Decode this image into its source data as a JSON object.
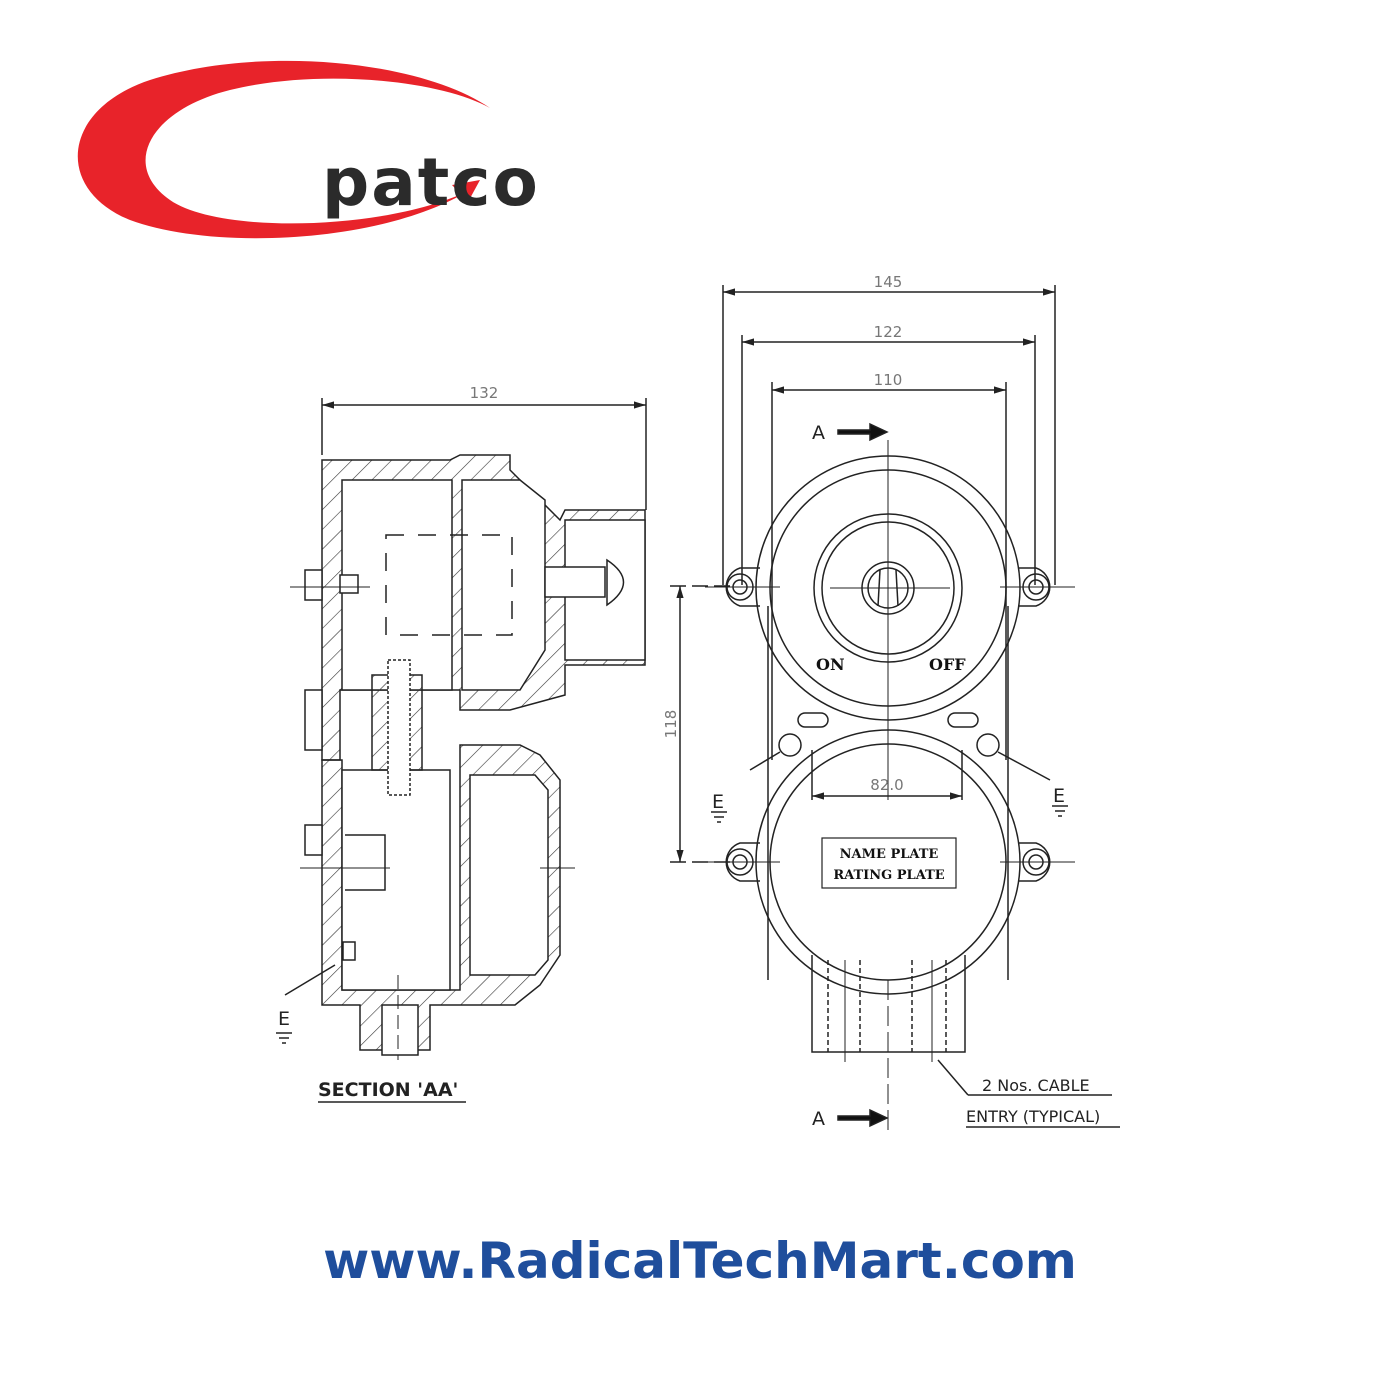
{
  "logo": {
    "brand": "patco",
    "colors": {
      "swoosh": "#e8232a",
      "text": "#2b2b2b"
    }
  },
  "drawing": {
    "section_view": {
      "title": "SECTION 'AA'",
      "dim_width": "132",
      "earth_label": "E"
    },
    "front_view": {
      "dim_overall": "145",
      "dim_mount": "122",
      "dim_body": "110",
      "dim_vertical": "118",
      "dim_gland": "82.0",
      "section_marker_top": "A",
      "section_marker_bottom": "A",
      "switch_on": "ON",
      "switch_off": "OFF",
      "earth_left": "E",
      "earth_right": "E",
      "plate_line1": "NAME PLATE",
      "plate_line2": "RATING PLATE",
      "cable_note_line1": "2 Nos. CABLE",
      "cable_note_line2": "ENTRY (TYPICAL)"
    }
  },
  "footer": {
    "website": "www.RadicalTechMart.com",
    "color": "#1f4e9c"
  }
}
